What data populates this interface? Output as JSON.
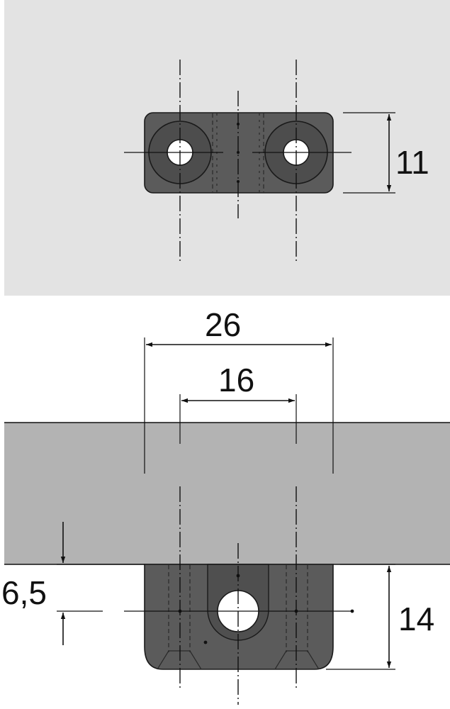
{
  "dimensions": {
    "height_top": "11",
    "width_overall": "26",
    "hole_spacing": "16",
    "hole_offset": "6,5",
    "height_side": "14"
  },
  "colors": {
    "top_panel_bg": "#e3e3e3",
    "board_fill": "#b3b3b3",
    "part_fill": "#5b5b5b",
    "line": "#111111"
  }
}
